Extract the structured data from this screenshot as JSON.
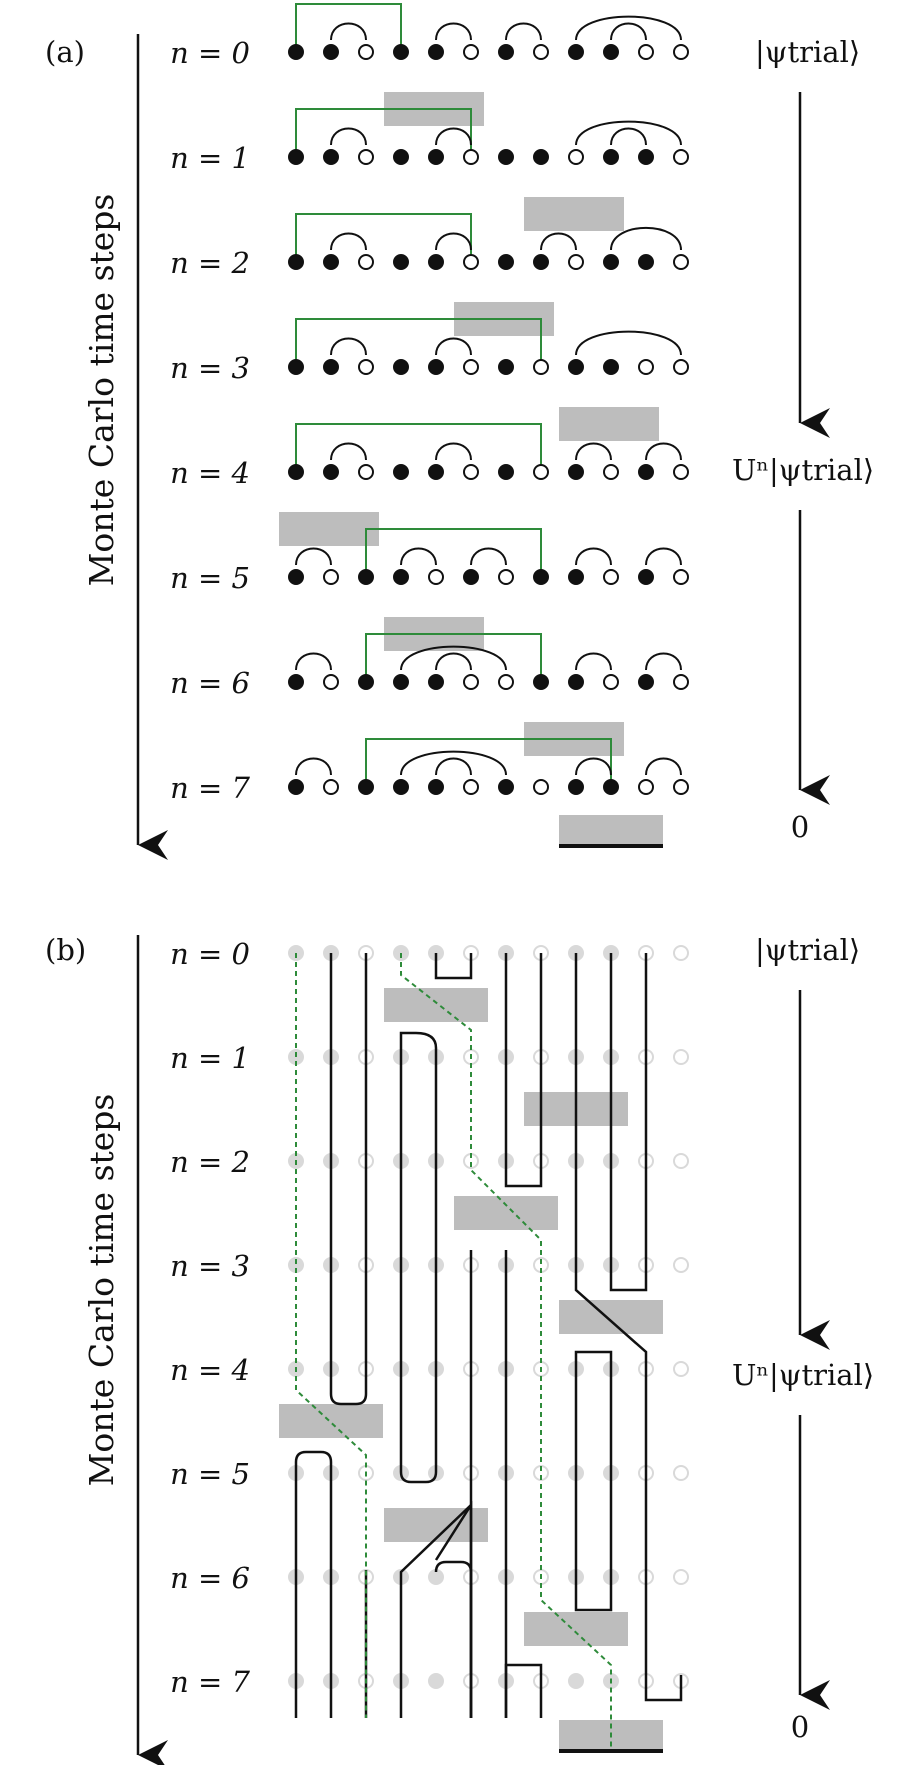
{
  "panels": [
    {
      "id": "a",
      "label": "(a)",
      "axis_title": "Monte Carlo time steps",
      "rows": [
        "n = 0",
        "n = 1",
        "n = 2",
        "n = 3",
        "n = 4",
        "n = 5",
        "n = 6",
        "n = 7"
      ],
      "states": {
        "top": "|ψtrial⟩",
        "middle": "Uⁿ|ψtrial⟩",
        "bottom": "0"
      }
    },
    {
      "id": "b",
      "label": "(b)",
      "axis_title": "Monte Carlo time steps",
      "rows": [
        "n = 0",
        "n = 1",
        "n = 2",
        "n = 3",
        "n = 4",
        "n = 5",
        "n = 6",
        "n = 7"
      ],
      "states": {
        "top": "|ψtrial⟩",
        "middle": "Uⁿ|ψtrial⟩",
        "bottom": "0"
      }
    }
  ],
  "colors": {
    "filled_site": "#111111",
    "empty_site": "#ffffff",
    "gray_gate": "#bdbdbd",
    "green_path": "#2e8b3a",
    "faded_site": "#d9d9d9"
  }
}
